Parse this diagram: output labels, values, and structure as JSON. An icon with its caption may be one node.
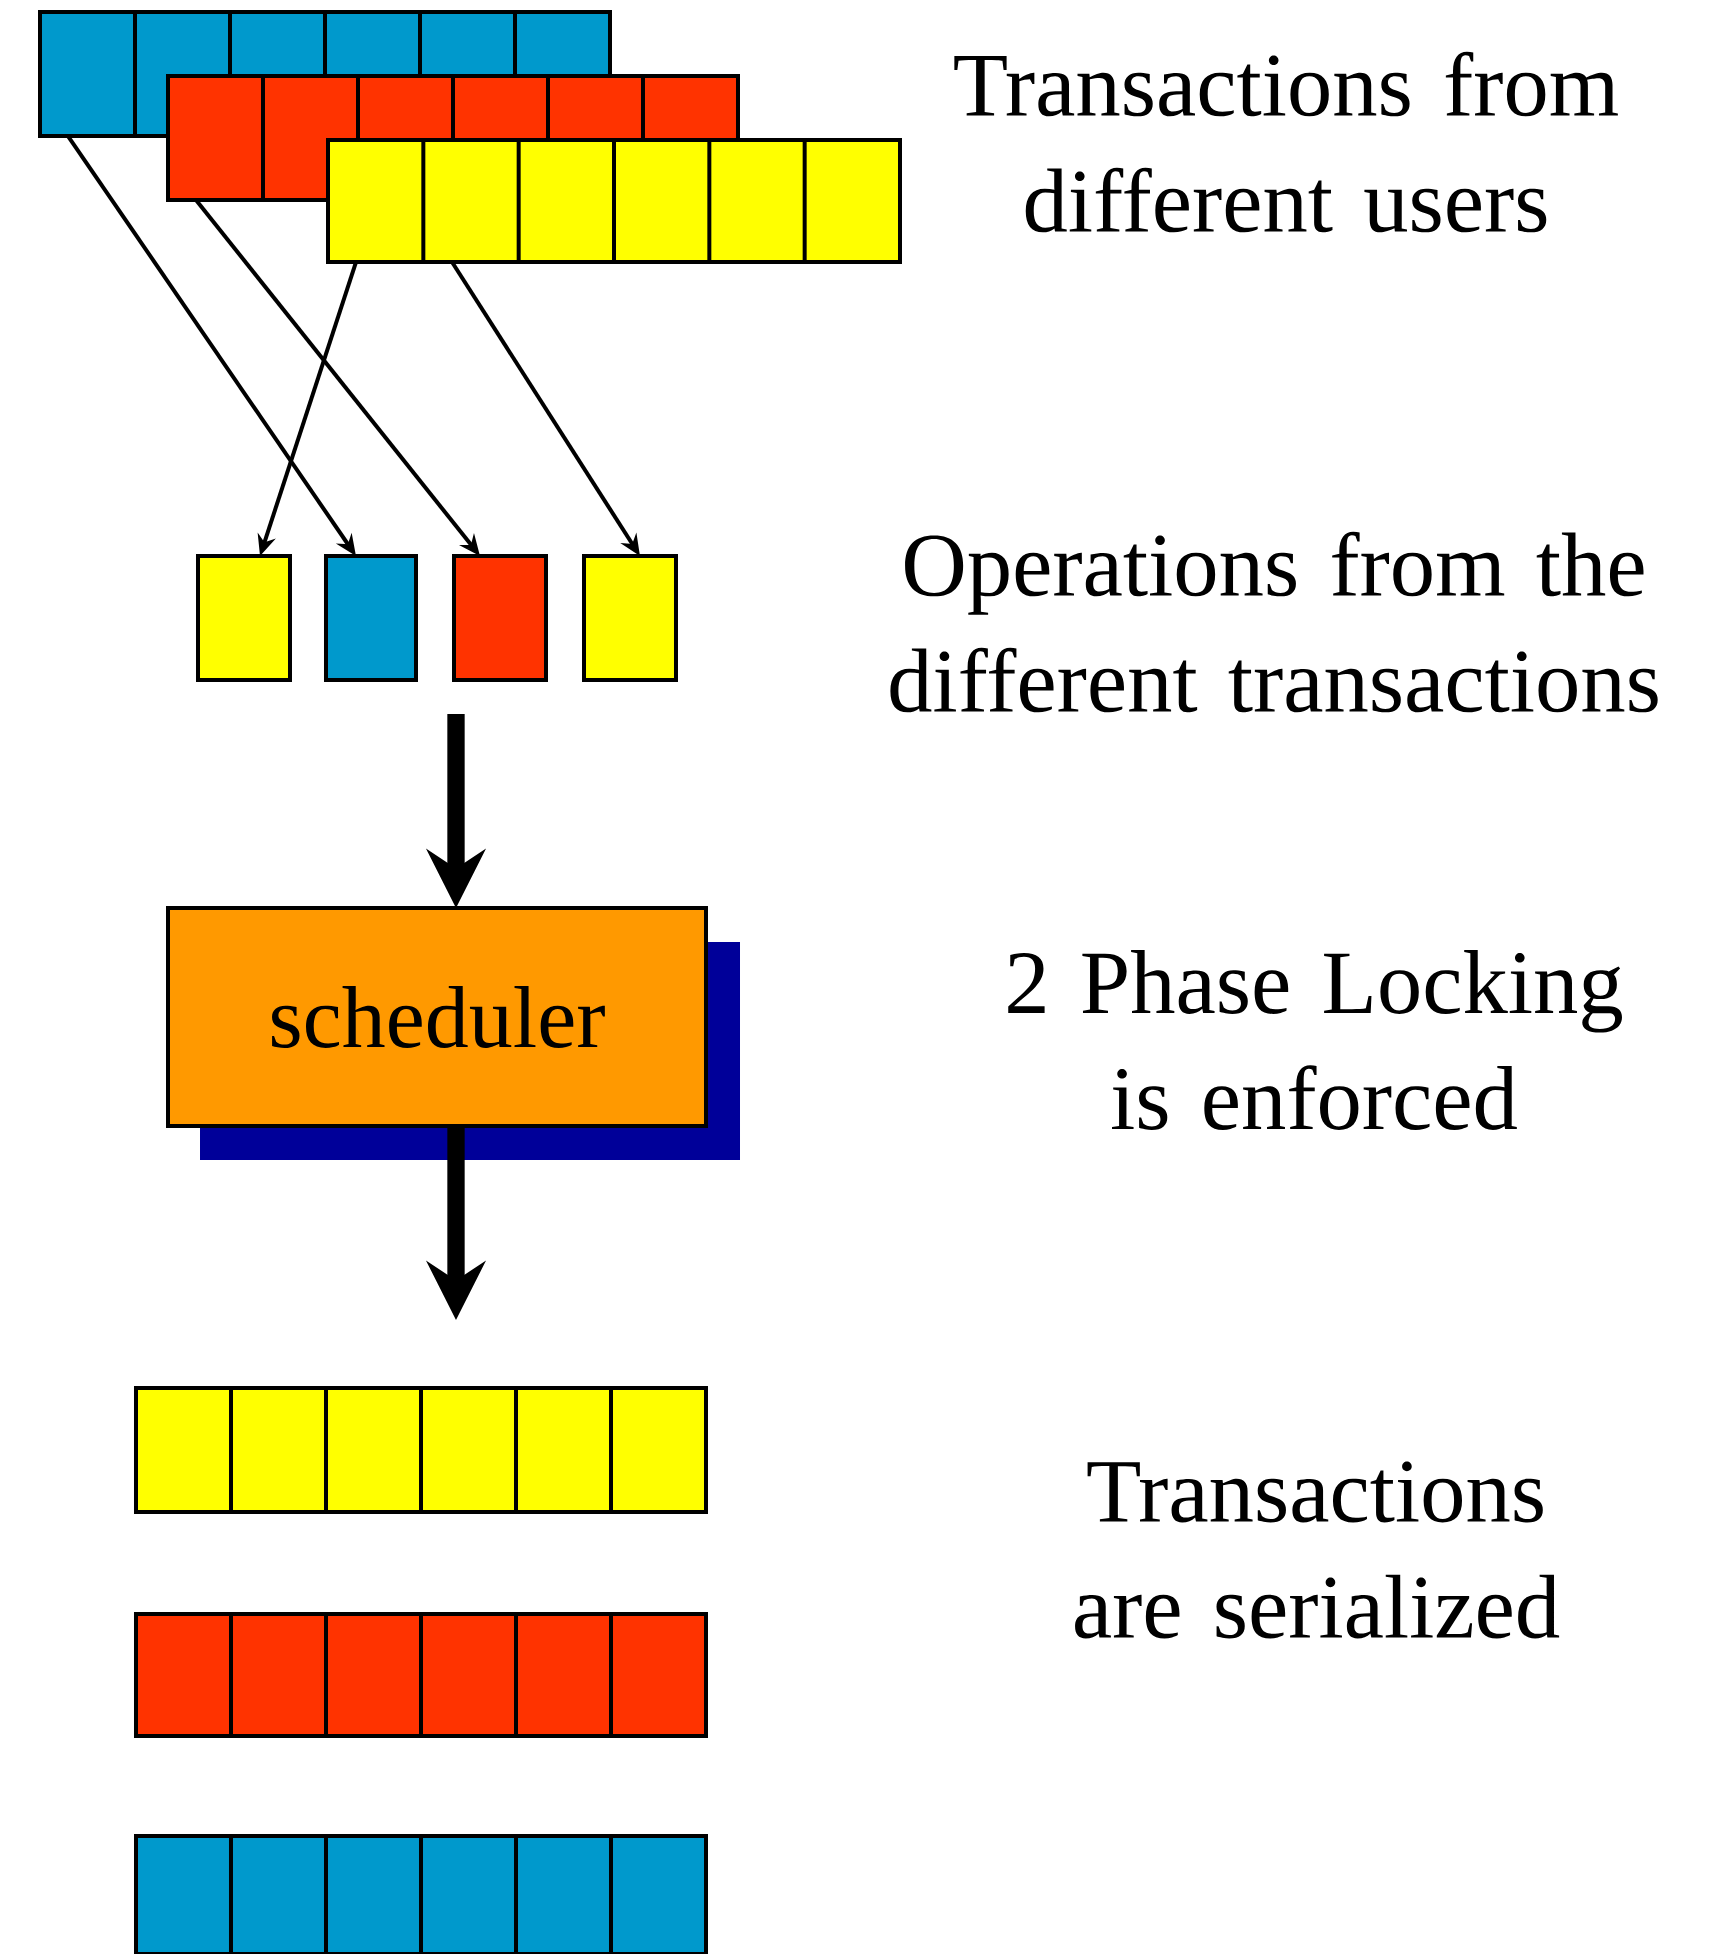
{
  "diagram": {
    "nodes": [
      {
        "text": [],
        "shape": "bar"
      },
      {
        "text": [],
        "shape": "bar"
      },
      {
        "text": [],
        "shape": "bar"
      },
      {
        "text": [],
        "shape": "box"
      },
      {
        "text": [],
        "shape": "box"
      },
      {
        "text": [],
        "shape": "box"
      },
      {
        "text": [],
        "shape": "box"
      },
      {
        "text": [
          "scheduler"
        ]
      },
      {
        "text": [],
        "shape": "bar"
      },
      {
        "text": [],
        "shape": "bar"
      },
      {
        "text": [],
        "shape": "bar"
      }
    ],
    "edges": [
      {
        "from": 0,
        "to": 4,
        "arrow": "to"
      },
      {
        "from": 1,
        "to": 5,
        "arrow": "to"
      },
      {
        "from": 2,
        "to": 3,
        "arrow": "to"
      },
      {
        "from": 2,
        "to": 6,
        "arrow": "to"
      },
      {
        "from": null,
        "to": 7,
        "arrow": "to",
        "style": "thick"
      },
      {
        "from": 7,
        "to": null,
        "arrow": "to",
        "style": "thick"
      }
    ],
    "labels": [
      "Transactions from different users",
      "Operations from the different transactions",
      "2 Phase Locking is enforced",
      "Transactions are serialized"
    ]
  }
}
